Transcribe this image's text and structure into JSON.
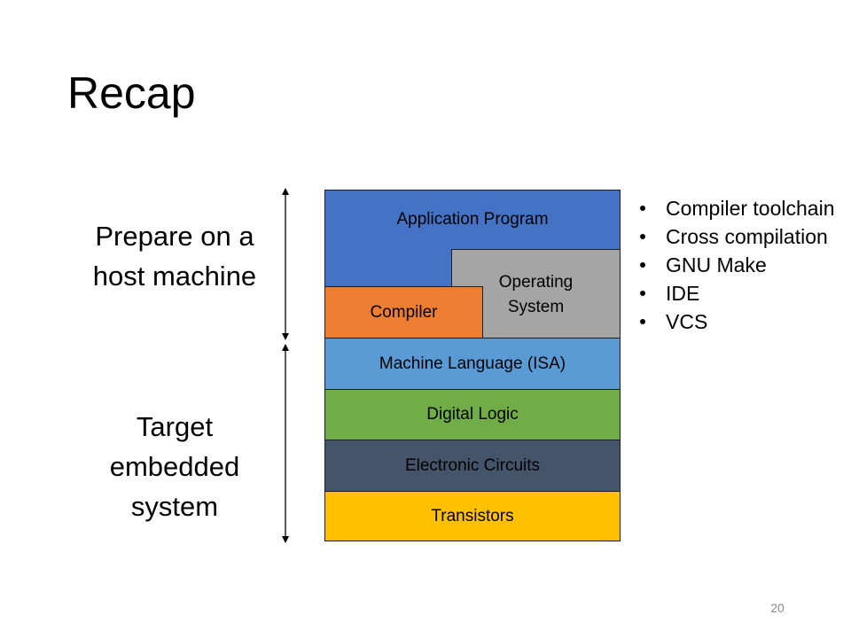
{
  "title": "Recap",
  "labels": {
    "host": "Prepare on a host machine",
    "target": "Target embedded system"
  },
  "layers": {
    "application": "Application Program",
    "operating_system": "Operating System",
    "compiler": "Compiler",
    "isa": "Machine Language (ISA)",
    "digital_logic": "Digital Logic",
    "circuits": "Electronic Circuits",
    "transistors": "Transistors"
  },
  "bullets": [
    "Compiler toolchain",
    "Cross compilation",
    "GNU Make",
    "IDE",
    "VCS"
  ],
  "page_number": "20",
  "colors": {
    "application": "#4472c4",
    "operating_system": "#a5a5a5",
    "compiler": "#ed7d31",
    "isa": "#5b9bd5",
    "digital_logic": "#70ad47",
    "circuits": "#44546a",
    "transistors": "#ffc000"
  }
}
